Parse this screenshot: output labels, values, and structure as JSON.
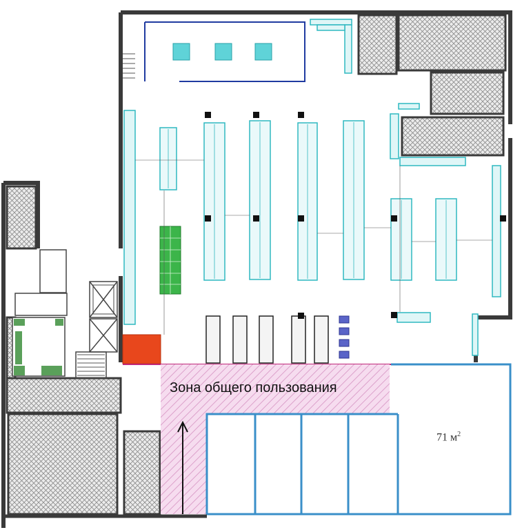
{
  "plan": {
    "common_zone_label": "Зона общего пользования",
    "area_value": "71 м",
    "area_superscript": "2",
    "colors": {
      "wall": "#3a3a3a",
      "hatch": "#8a8a8a",
      "fixture": "#2fb8c0",
      "fixture_fill": "#dff6f7",
      "blue_frame": "#3a8fc9",
      "common_zone": "#e8b7d8",
      "produce": "#3cb54a",
      "red_block": "#e8471c",
      "arrow": "#111111"
    },
    "icons": [
      "arrow-up-icon",
      "column-icon",
      "stair-icon",
      "elevator-icon",
      "checkout-icon"
    ]
  }
}
